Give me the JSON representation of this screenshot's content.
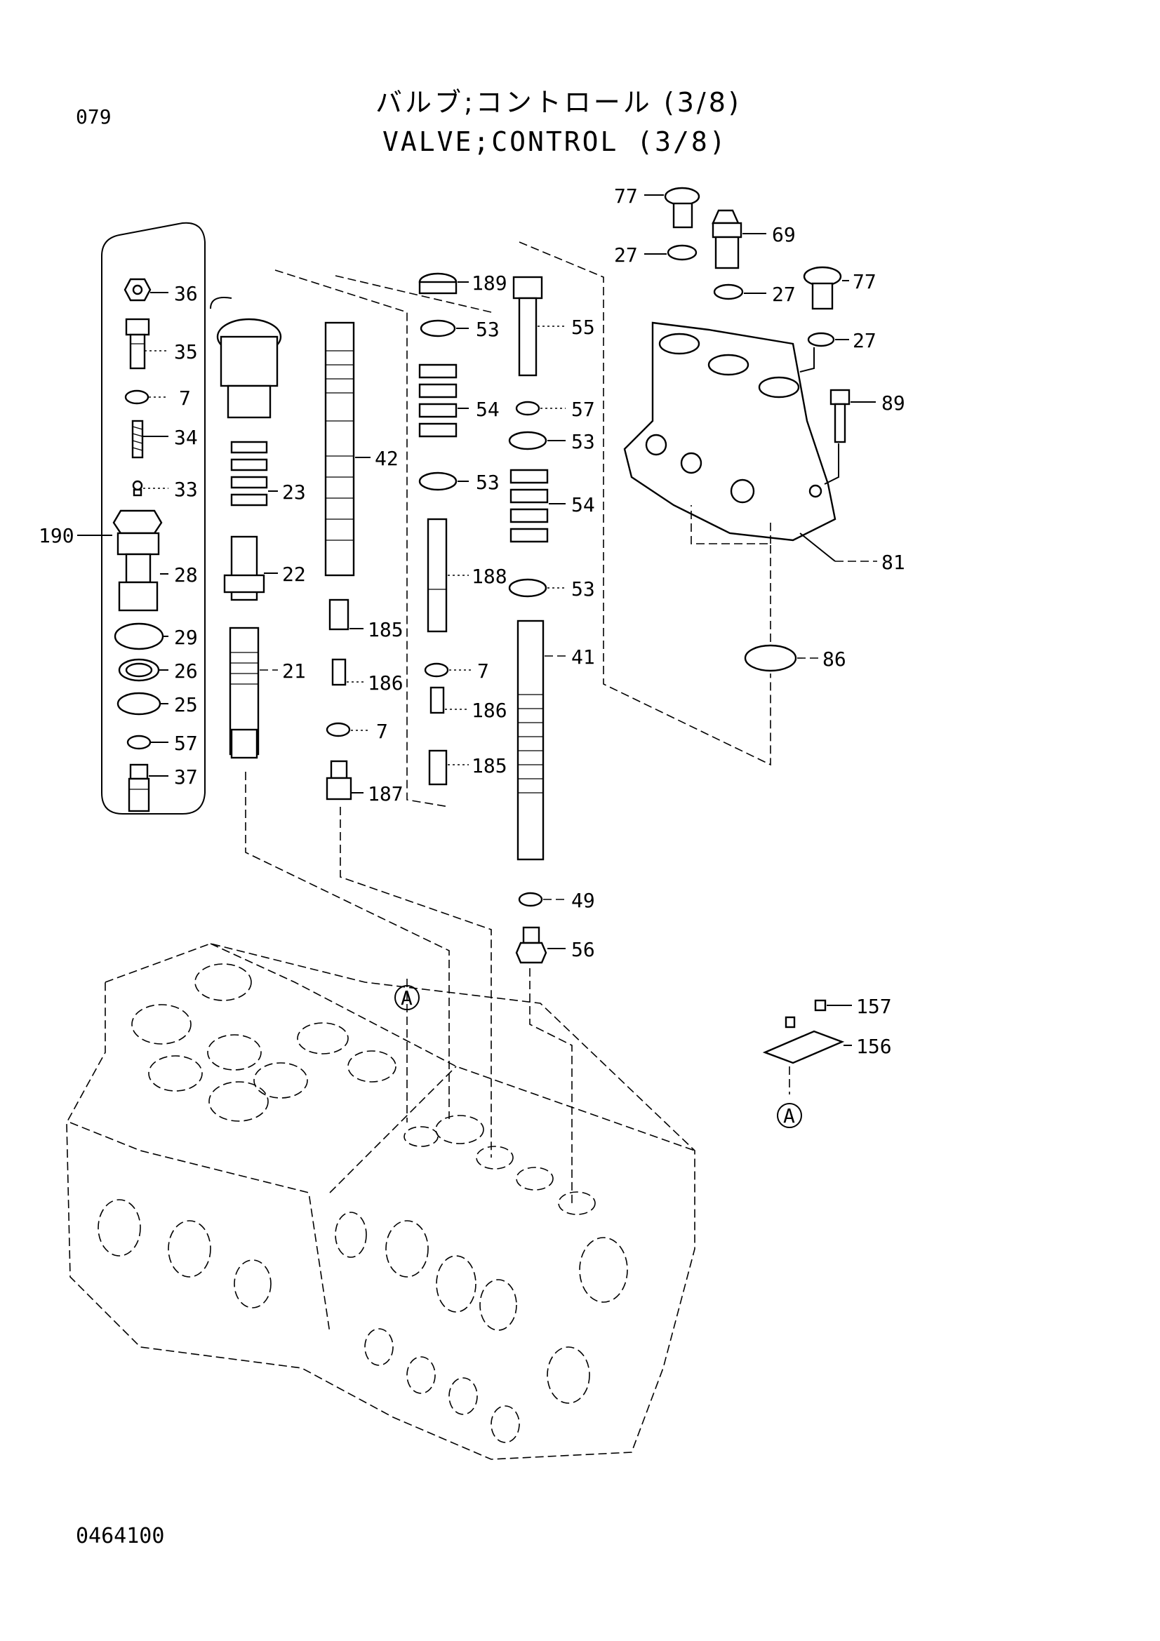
{
  "page_number": "079",
  "title_jp": "バルブ;コントロール (3/8)",
  "title_en": "VALVE;CONTROL (3/8)",
  "drawing_number": "0464100",
  "reference_marker": "A",
  "callouts": {
    "c36": "36",
    "c35": "35",
    "c7a": "7",
    "c34": "34",
    "c33": "33",
    "c190": "190",
    "c28": "28",
    "c29": "29",
    "c26": "26",
    "c25": "25",
    "c57a": "57",
    "c37": "37",
    "c23": "23",
    "c22": "22",
    "c21": "21",
    "c42": "42",
    "c185a": "185",
    "c186a": "186",
    "c7b": "7",
    "c187": "187",
    "c189": "189",
    "c53a": "53",
    "c54a": "54",
    "c53b": "53",
    "c188": "188",
    "c7c": "7",
    "c186b": "186",
    "c185b": "185",
    "c55": "55",
    "c57b": "57",
    "c53c": "53",
    "c54b": "54",
    "c53d": "53",
    "c41": "41",
    "c49": "49",
    "c56": "56",
    "c77a": "77",
    "c27a": "27",
    "c69": "69",
    "c27b": "27",
    "c77b": "77",
    "c27c": "27",
    "c89": "89",
    "c81": "81",
    "c86": "86",
    "c157": "157",
    "c156": "156"
  }
}
